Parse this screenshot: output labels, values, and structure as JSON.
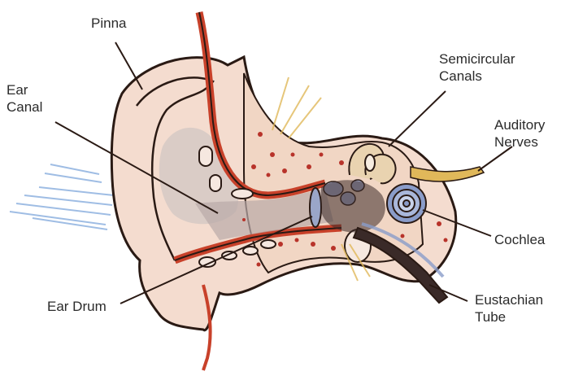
{
  "diagram": {
    "labels": {
      "pinna": "Pinna",
      "ear_canal": [
        "Ear",
        "Canal"
      ],
      "semicircular_canals": [
        "Semicircular",
        "Canals"
      ],
      "auditory_nerves": [
        "Auditory",
        "Nerves"
      ],
      "cochlea": "Cochlea",
      "eustachian_tube": [
        "Eustachian",
        "Tube"
      ],
      "ear_drum": "Ear Drum"
    },
    "colors": {
      "outline": "#2a1a14",
      "skin": "#f4dccf",
      "canal_tissue": "#c8412a",
      "bone_dots": "#b8332a",
      "cochlea_blue": "#8a9cc9",
      "sound_waves": "#8fb2e0",
      "nerve_yellow": "#e0b85a",
      "label_text": "#2b2b2b"
    }
  }
}
